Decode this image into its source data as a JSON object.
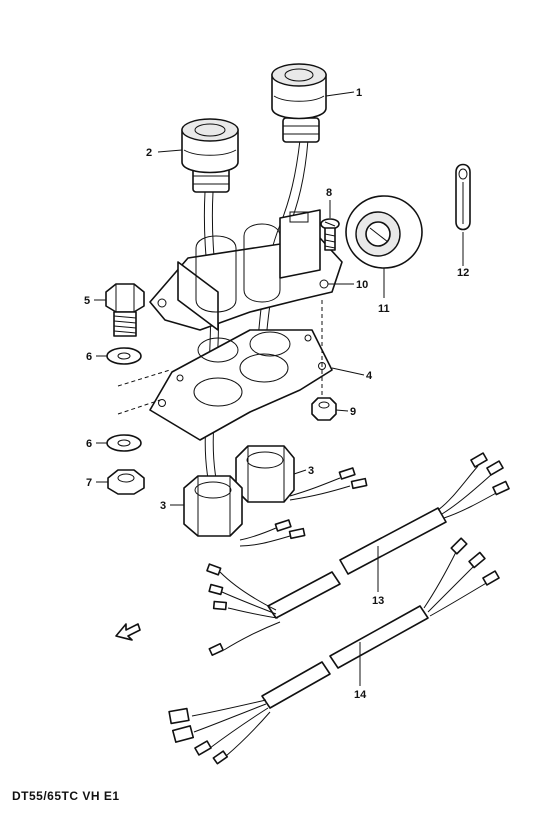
{
  "diagram": {
    "footer_code": "DT55/65TC VH E1",
    "callouts": [
      {
        "id": "1",
        "part": "switch-1"
      },
      {
        "id": "2",
        "part": "switch-2"
      },
      {
        "id": "3a",
        "label": "3",
        "part": "nut-upper"
      },
      {
        "id": "3b",
        "label": "3",
        "part": "nut-lower"
      },
      {
        "id": "4",
        "part": "plate"
      },
      {
        "id": "5",
        "part": "bolt"
      },
      {
        "id": "6a",
        "label": "6",
        "part": "washer-upper"
      },
      {
        "id": "6b",
        "label": "6",
        "part": "washer-lower"
      },
      {
        "id": "7",
        "part": "lock-washer"
      },
      {
        "id": "8",
        "part": "screw"
      },
      {
        "id": "9",
        "part": "nut-small"
      },
      {
        "id": "10",
        "part": "bracket"
      },
      {
        "id": "11",
        "part": "grommet"
      },
      {
        "id": "12",
        "part": "clip"
      },
      {
        "id": "13",
        "part": "harness-1"
      },
      {
        "id": "14",
        "part": "harness-2"
      }
    ]
  }
}
